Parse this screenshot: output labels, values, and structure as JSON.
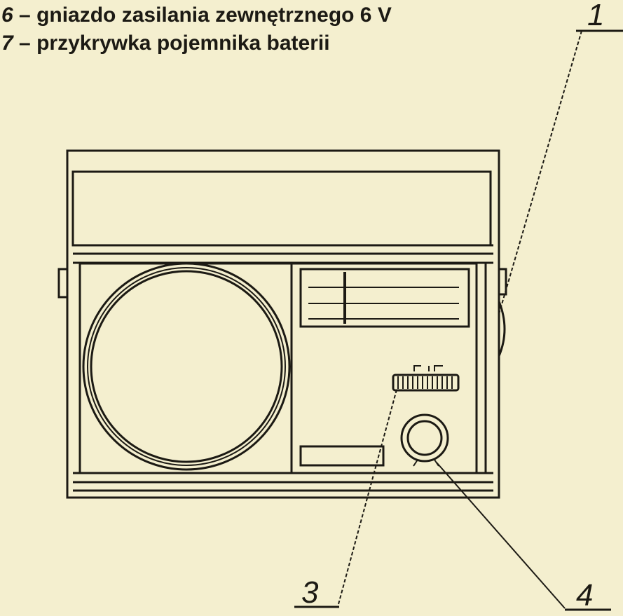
{
  "legend": [
    {
      "num": "6",
      "dash": "–",
      "text": "gniazdo zasilania zewnętrznego 6 V"
    },
    {
      "num": "7",
      "dash": "–",
      "text": "przykrywka pojemnika baterii"
    }
  ],
  "callouts": {
    "c1": "1",
    "c3": "3",
    "c4": "4"
  },
  "colors": {
    "background": "#f4efcf",
    "ink": "#1c1a14"
  }
}
